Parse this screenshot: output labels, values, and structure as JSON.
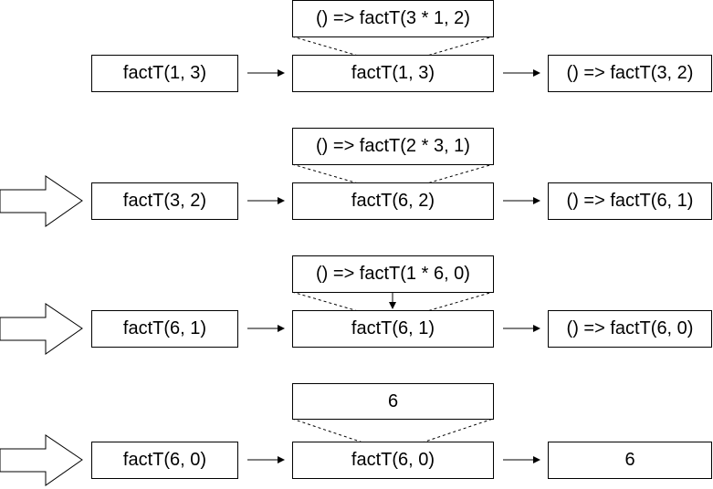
{
  "rows": [
    {
      "input": "factT(1, 3)",
      "call": "factT(1, 3)",
      "thunk": "() => factT(3 * 1, 2)",
      "result": "() => factT(3, 2)"
    },
    {
      "input": "factT(3, 2)",
      "call": "factT(6, 2)",
      "thunk": "() => factT(2 * 3, 1)",
      "result": "() => factT(6, 1)"
    },
    {
      "input": "factT(6, 1)",
      "call": "factT(6, 1)",
      "thunk": "() => factT(1 * 6, 0)",
      "result": "() => factT(6, 0)"
    },
    {
      "input": "factT(6, 0)",
      "call": "factT(6, 0)",
      "thunk": "6",
      "result": "6"
    }
  ]
}
